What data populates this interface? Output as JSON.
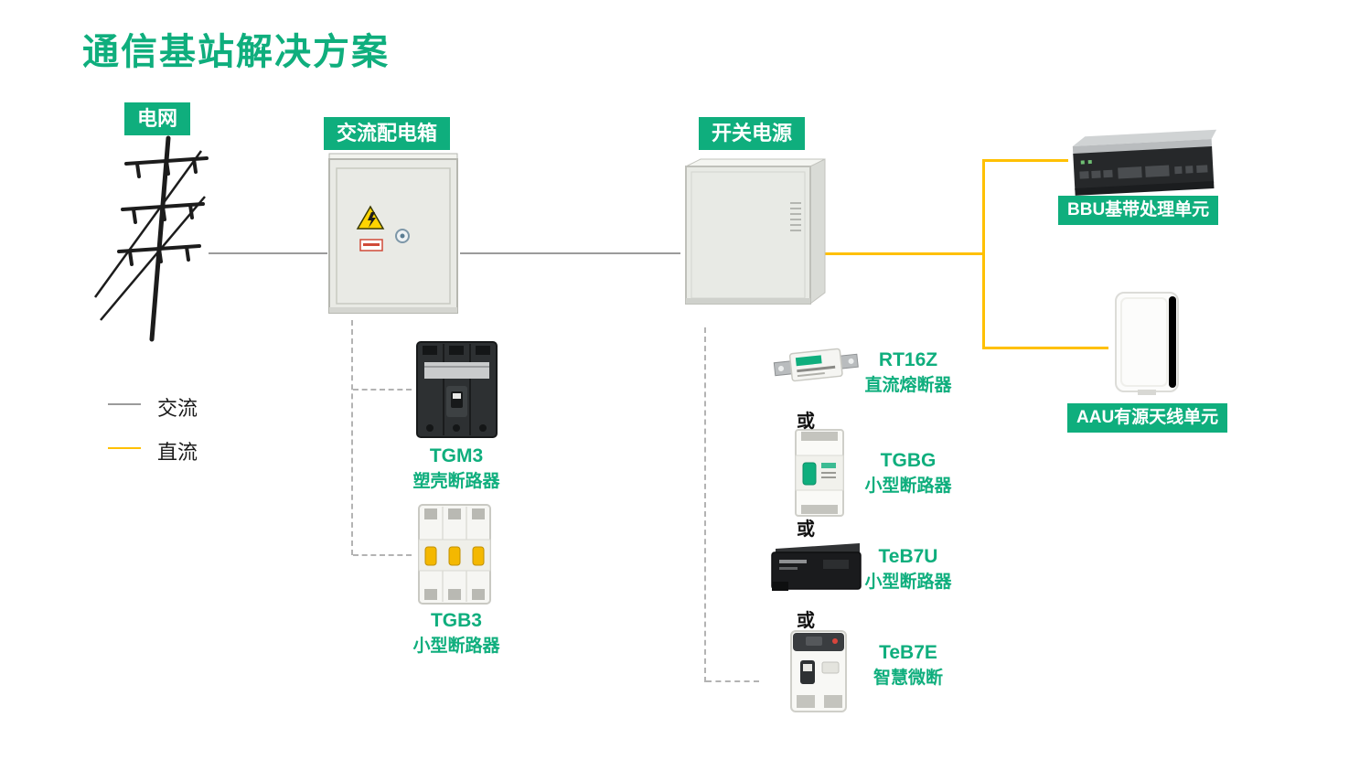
{
  "title": "通信基站解决方案",
  "colors": {
    "green": "#0fae7d",
    "dc_yellow": "#ffc000",
    "ac_gray": "#9b9b9b"
  },
  "nodes": {
    "grid": {
      "label": "电网"
    },
    "ac_box": {
      "label": "交流配电箱"
    },
    "psu": {
      "label": "开关电源"
    },
    "bbu": {
      "label": "BBU基带处理单元"
    },
    "aau": {
      "label": "AAU有源天线单元"
    }
  },
  "legend": {
    "ac": "交流",
    "dc": "直流"
  },
  "or_label": "或",
  "ac_products": [
    {
      "name": "TGM3",
      "desc": "塑壳断路器"
    },
    {
      "name": "TGB3",
      "desc": "小型断路器"
    }
  ],
  "dc_products": [
    {
      "name": "RT16Z",
      "desc": "直流熔断器"
    },
    {
      "name": "TGBG",
      "desc": "小型断路器"
    },
    {
      "name": "TeB7U",
      "desc": "小型断路器"
    },
    {
      "name": "TeB7E",
      "desc": "智慧微断"
    }
  ]
}
